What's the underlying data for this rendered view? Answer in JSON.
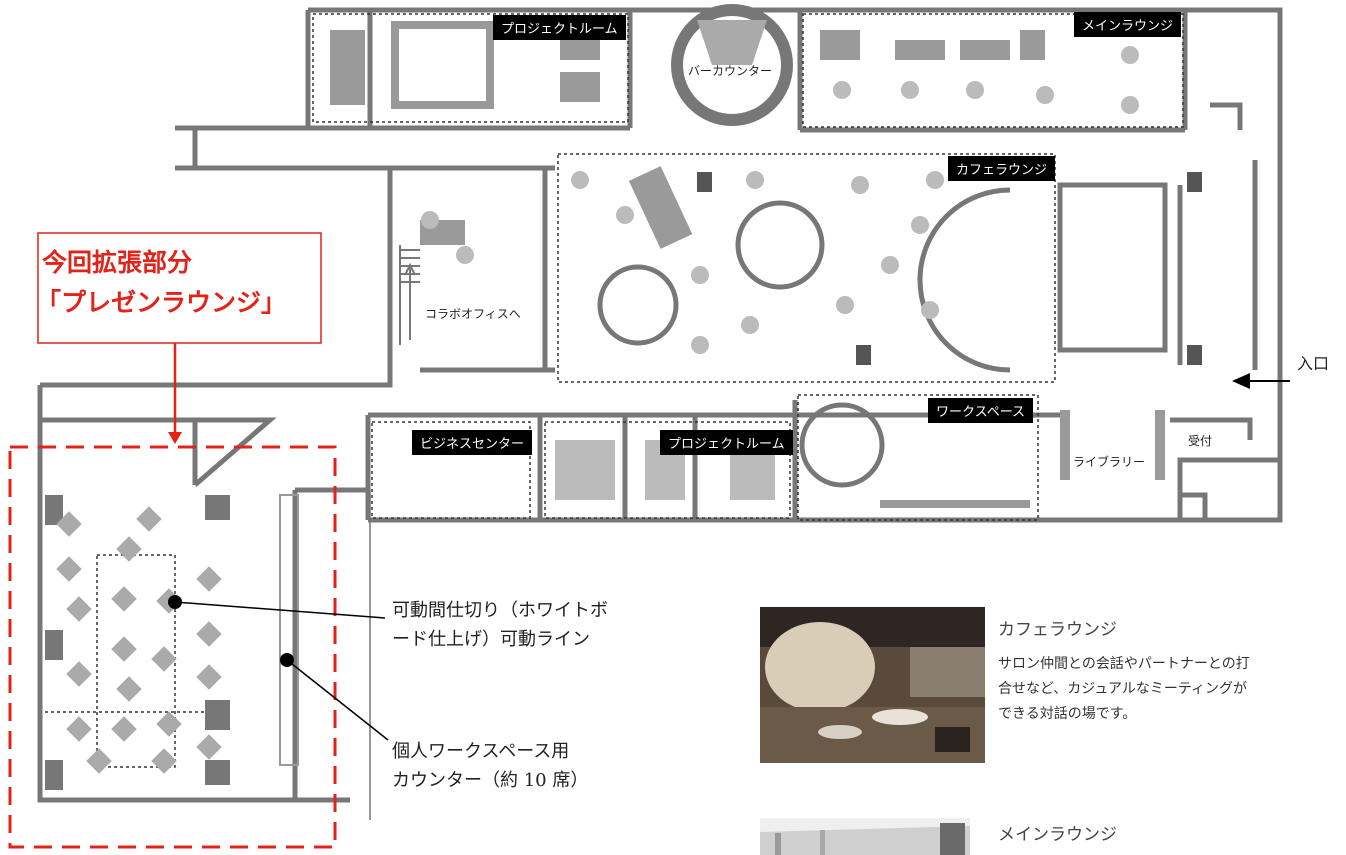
{
  "rooms": {
    "project_room_top": "プロジェクトルーム",
    "bar_counter": "バーカウンター",
    "main_lounge": "メインラウンジ",
    "cafe_lounge": "カフェラウンジ",
    "collab_office": "コラボオフィスへ",
    "business_center": "ビジネスセンター",
    "project_room_bottom": "プロジェクトルーム",
    "workspace": "ワークスペース",
    "library": "ライブラリー",
    "reception": "受付",
    "entrance": "入口"
  },
  "callout": {
    "line1": "今回拡張部分",
    "line2": "「プレゼンラウンジ」"
  },
  "annotations": {
    "partition_line1": "可動間仕切り（ホワイトボ",
    "partition_line2": "ード仕上げ）可動ライン",
    "counter_line1": "個人ワークスペース用",
    "counter_line2": "カウンター（約 10 席）"
  },
  "cards": [
    {
      "title": "カフェラウンジ",
      "description": "サロン仲間との会話やパートナーとの打合せなど、カジュアルなミーティングができる対話の場です。"
    },
    {
      "title": "メインラウンジ"
    }
  ],
  "colors": {
    "wall": "#777777",
    "accent_red": "#e2231a",
    "label_bg": "#000000"
  }
}
